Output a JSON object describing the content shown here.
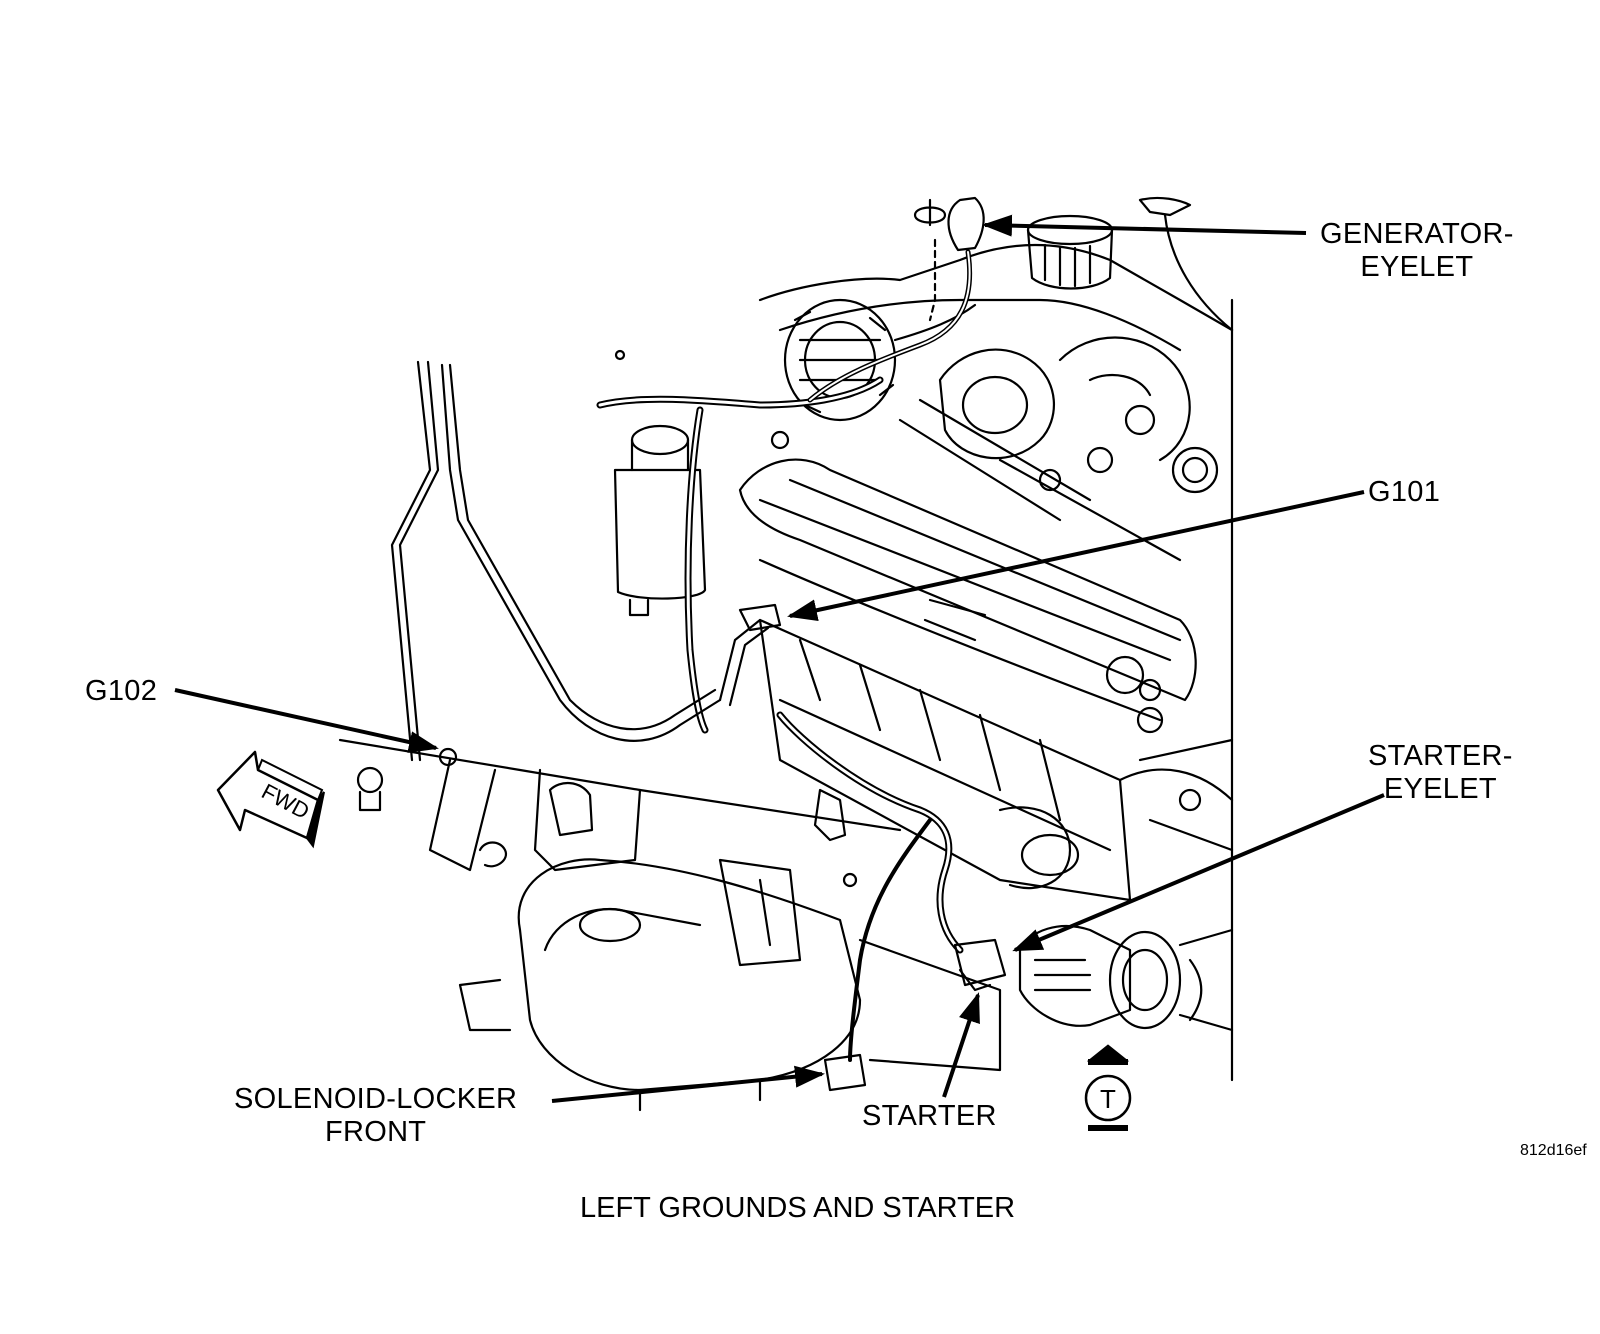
{
  "callouts": {
    "generator_eyelet": {
      "line1": "GENERATOR-",
      "line2": "EYELET"
    },
    "g101": "G101",
    "g102": "G102",
    "starter_eyelet": {
      "line1": "STARTER-",
      "line2": "EYELET"
    },
    "solenoid_locker_front": {
      "line1": "SOLENOID-LOCKER",
      "line2": "FRONT"
    },
    "starter": "STARTER"
  },
  "direction_indicator": {
    "text": "FWD",
    "icon": "fwd-arrow-icon"
  },
  "view_symbol": {
    "text": "T",
    "icon": "top-view-icon"
  },
  "figure_id": "812d16ef",
  "caption": "LEFT GROUNDS AND STARTER",
  "colors": {
    "ink": "#000000",
    "paper": "#ffffff"
  }
}
